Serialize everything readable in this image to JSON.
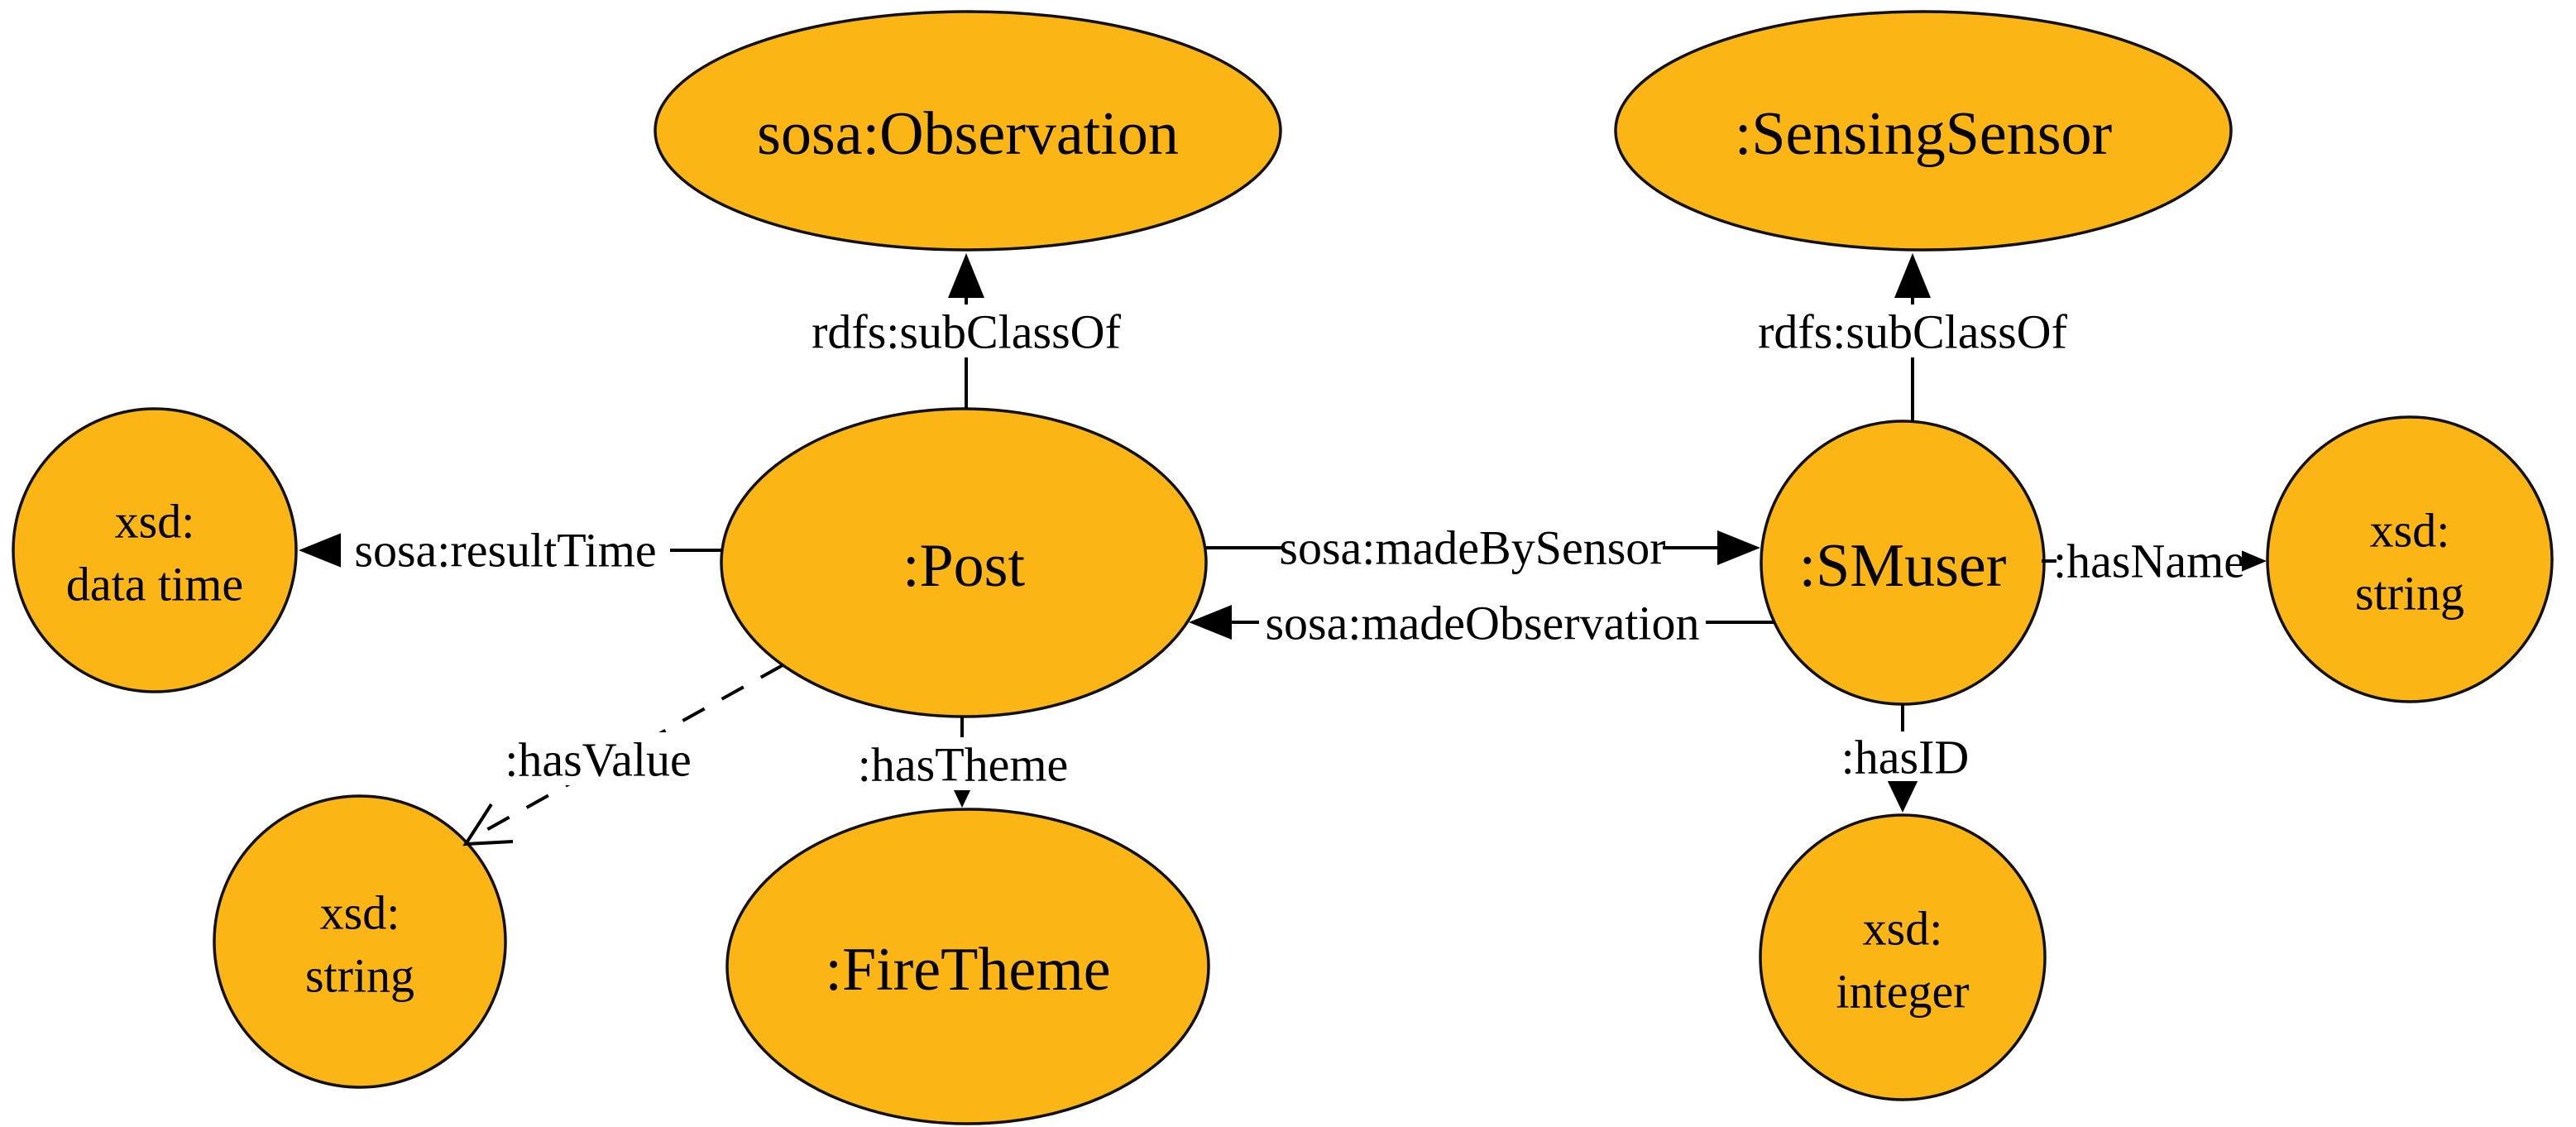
{
  "diagram": {
    "colors": {
      "node_fill": "#FBB515",
      "node_stroke": "#111111",
      "edge": "#000000",
      "background": "#FFFFFF"
    },
    "nodes": {
      "observation": {
        "label": "sosa:Observation"
      },
      "sensing_sensor": {
        "label": ":SensingSensor"
      },
      "post": {
        "label": ":Post"
      },
      "smuser": {
        "label": ":SMuser"
      },
      "fire_theme": {
        "label": ":FireTheme"
      },
      "xsd_data_time": {
        "line1": "xsd:",
        "line2": "data time"
      },
      "xsd_string_left": {
        "line1": "xsd:",
        "line2": "string"
      },
      "xsd_string_right": {
        "line1": "xsd:",
        "line2": "string"
      },
      "xsd_integer": {
        "line1": "xsd:",
        "line2": "integer"
      }
    },
    "edges": {
      "post_subclassof": {
        "label": "rdfs:subClassOf"
      },
      "smuser_subclassof": {
        "label": "rdfs:subClassOf"
      },
      "result_time": {
        "label": "sosa:resultTime"
      },
      "made_by_sensor": {
        "label": "sosa:madeBySensor"
      },
      "made_observation": {
        "label": "sosa:madeObservation"
      },
      "has_name": {
        "label": ":hasName"
      },
      "has_value": {
        "label": ":hasValue"
      },
      "has_theme": {
        "label": ":hasTheme"
      },
      "has_id": {
        "label": ":hasID"
      }
    }
  }
}
